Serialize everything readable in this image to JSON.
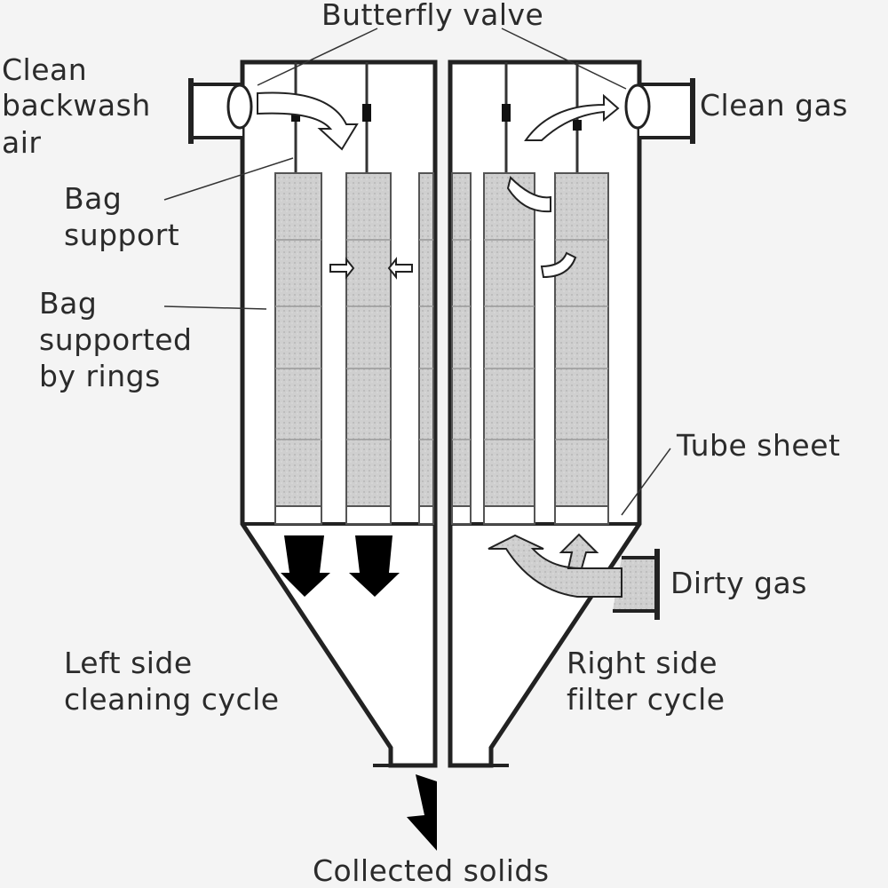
{
  "title": "Baghouse with reverse-air cleaning",
  "labels": {
    "butterfly_valve": "Butterfly valve",
    "clean_backwash_air": [
      "Clean",
      "backwash",
      "air"
    ],
    "clean_gas": "Clean gas",
    "bag_support": [
      "Bag",
      "support"
    ],
    "bag_supported_by_rings": [
      "Bag",
      "supported",
      "by rings"
    ],
    "tube_sheet": "Tube sheet",
    "dirty_gas": "Dirty gas",
    "left_side": [
      "Left side",
      "cleaning cycle"
    ],
    "right_side": [
      "Right side",
      "filter cycle"
    ],
    "collected_solids": "Collected solids"
  },
  "colors": {
    "background": "#f4f4f4",
    "line": "#222222",
    "bag_fill": "#c8c8c8",
    "arrow_solid": "#000000"
  }
}
